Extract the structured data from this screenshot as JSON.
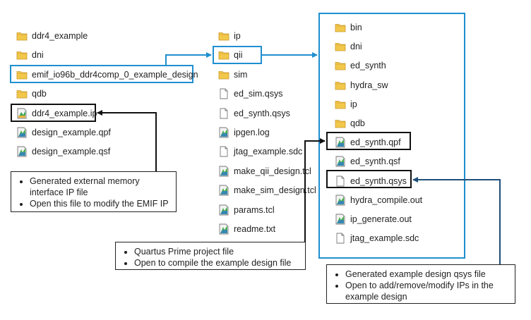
{
  "col1": [
    {
      "name": "ddr4_example",
      "type": "folder"
    },
    {
      "name": "dni",
      "type": "folder"
    },
    {
      "name": "emif_io96b_ddr4comp_0_example_design",
      "type": "folder"
    },
    {
      "name": "qdb",
      "type": "folder"
    },
    {
      "name": "ddr4_example.ip",
      "type": "ip"
    },
    {
      "name": "design_example.qpf",
      "type": "quartus"
    },
    {
      "name": "design_example.qsf",
      "type": "quartus"
    }
  ],
  "col2": [
    {
      "name": "ip",
      "type": "folder"
    },
    {
      "name": "qii",
      "type": "folder"
    },
    {
      "name": "sim",
      "type": "folder"
    },
    {
      "name": "ed_sim.qsys",
      "type": "file"
    },
    {
      "name": "ed_synth.qsys",
      "type": "file"
    },
    {
      "name": "ipgen.log",
      "type": "quartus"
    },
    {
      "name": "jtag_example.sdc",
      "type": "file"
    },
    {
      "name": "make_qii_design.tcl",
      "type": "quartus"
    },
    {
      "name": "make_sim_design.tcl",
      "type": "quartus"
    },
    {
      "name": "params.tcl",
      "type": "quartus"
    },
    {
      "name": "readme.txt",
      "type": "quartus"
    }
  ],
  "col3": [
    {
      "name": "bin",
      "type": "folder"
    },
    {
      "name": "dni",
      "type": "folder"
    },
    {
      "name": "ed_synth",
      "type": "folder"
    },
    {
      "name": "hydra_sw",
      "type": "folder"
    },
    {
      "name": "ip",
      "type": "folder"
    },
    {
      "name": "qdb",
      "type": "folder"
    },
    {
      "name": "ed_synth.qpf",
      "type": "quartus"
    },
    {
      "name": "ed_synth.qsf",
      "type": "quartus"
    },
    {
      "name": "ed_synth.qsys",
      "type": "file"
    },
    {
      "name": "hydra_compile.out",
      "type": "quartus"
    },
    {
      "name": "ip_generate.out",
      "type": "quartus"
    },
    {
      "name": "jtag_example.sdc",
      "type": "file"
    }
  ],
  "notes": {
    "ip_file": [
      "Generated external memory interface IP file",
      "Open this file to modify the EMIF IP"
    ],
    "qpf_file": [
      "Quartus Prime project file",
      "Open to compile the example design file"
    ],
    "qsys_file": [
      "Generated example design qsys file",
      "Open to add/remove/modify IPs in the example design"
    ]
  },
  "colors": {
    "highlight": "#1f8fd0",
    "connector_dark": "#111111",
    "connector_blue": "#1f4e79",
    "folder": "#f2c84b"
  }
}
